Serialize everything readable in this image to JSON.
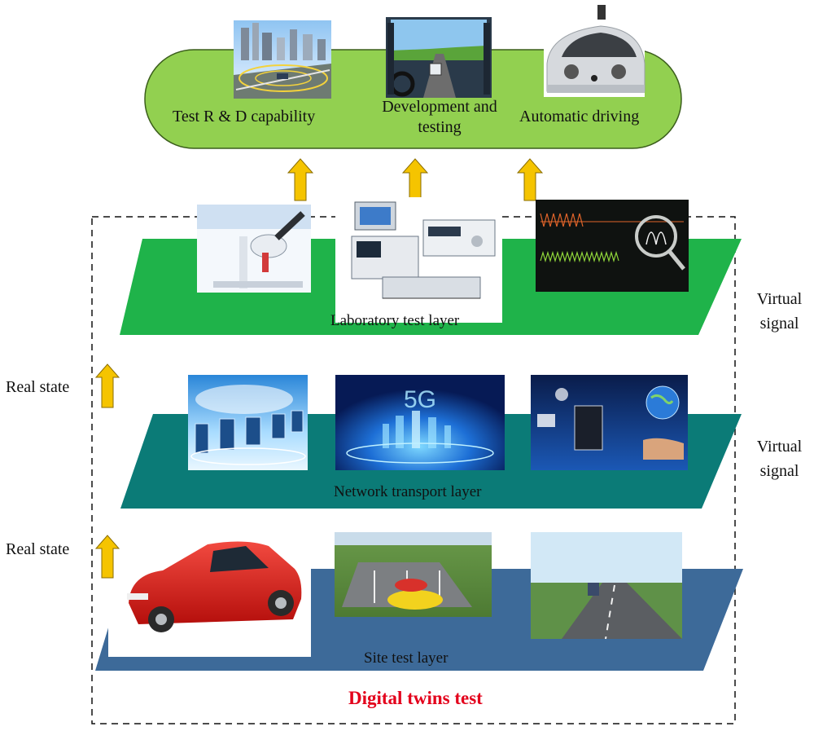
{
  "top_bar": {
    "labels": [
      "Test R & D capability",
      "Development and testing",
      "Automatic driving"
    ],
    "label_lines": [
      [
        "Test R & D capability"
      ],
      [
        "Development and",
        "testing"
      ],
      [
        "Automatic driving"
      ]
    ],
    "color": "#92d050"
  },
  "layers": {
    "laboratory": {
      "label": "Laboratory test layer",
      "color": "#1fb34a"
    },
    "network": {
      "label": "Network transport layer",
      "color": "#0b7b77"
    },
    "site": {
      "label": "Site test layer",
      "color": "#3d6a99"
    }
  },
  "side_labels": {
    "virtual_signal_upper": [
      "Virtual",
      "signal"
    ],
    "virtual_signal_lower": [
      "Virtual",
      "signal"
    ],
    "real_state_upper": "Real state",
    "real_state_lower": "Real state"
  },
  "footer": {
    "title": "Digital twins test",
    "color": "#e3001b"
  },
  "arrow_color": "#f5c400",
  "images": [
    "city-traffic-image",
    "driving-simulator-image",
    "self-driving-car-image",
    "microscope-image",
    "lab-equipment-image",
    "oscilloscope-image",
    "cloud-devices-image",
    "5g-city-image",
    "social-media-globe-image",
    "red-car-image",
    "parking-lot-sim-image",
    "road-sim-image"
  ]
}
